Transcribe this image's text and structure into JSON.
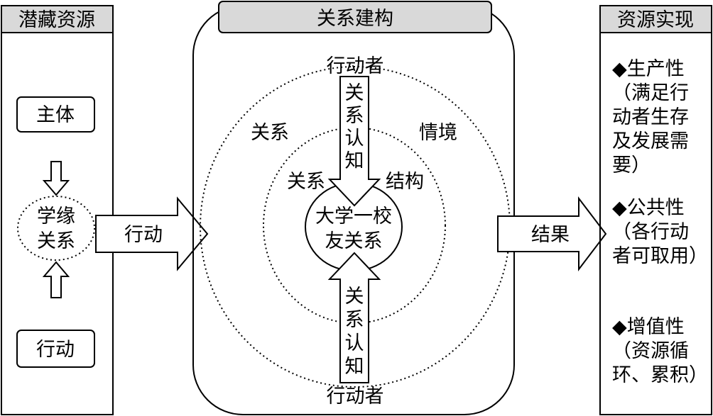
{
  "columns": {
    "left": {
      "header": "潜藏资源"
    },
    "center": {
      "header": "关系建构"
    },
    "right": {
      "header": "资源实现"
    }
  },
  "left_panel": {
    "subject": "主体",
    "relation_line1": "学缘",
    "relation_line2": "关系",
    "action": "行动"
  },
  "arrows": {
    "action": "行动",
    "result": "结果",
    "top_arrow": [
      "关",
      "系",
      "认",
      "知"
    ],
    "bottom_arrow": [
      "关",
      "系",
      "认",
      "知"
    ]
  },
  "center_panel": {
    "actor_top": "行动者",
    "actor_bottom": "行动者",
    "outer_left": "关系",
    "outer_right": "情境",
    "inner_left": "关系",
    "inner_right": "结构",
    "core_line1": "大学一校",
    "core_line2": "友关系"
  },
  "right_panel": {
    "item1": {
      "line1": "◆生产性",
      "line2": "（满足行",
      "line3": "动者生存",
      "line4": "及发展需",
      "line5": "要）"
    },
    "item2": {
      "line1": "◆公共性",
      "line2": "（各行动",
      "line3": "者可取用）"
    },
    "item3": {
      "line1": "◆增值性",
      "line2": "（资源循",
      "line3": "环、累积）"
    }
  }
}
